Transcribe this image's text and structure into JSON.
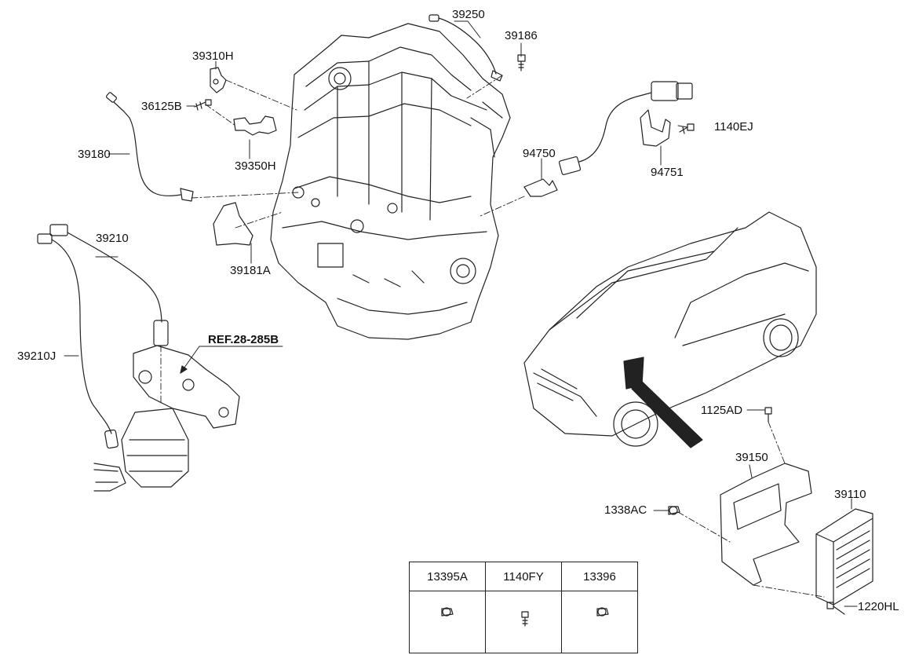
{
  "labels": {
    "p39250": "39250",
    "p39186": "39186",
    "p39310H": "39310H",
    "p36125B": "36125B",
    "p39180": "39180",
    "p39350H": "39350H",
    "p1140EJ": "1140EJ",
    "p94750": "94750",
    "p94751": "94751",
    "p39210": "39210",
    "p39181A": "39181A",
    "p39210J": "39210J",
    "ref": "REF.28-285B",
    "p1125AD": "1125AD",
    "p39150": "39150",
    "p39110": "39110",
    "p1338AC": "1338AC",
    "p1220HL": "1220HL"
  },
  "parts_table": {
    "headers": [
      "13395A",
      "1140FY",
      "13396"
    ],
    "icons": [
      "nut-icon",
      "bolt-icon",
      "nut-icon"
    ]
  }
}
